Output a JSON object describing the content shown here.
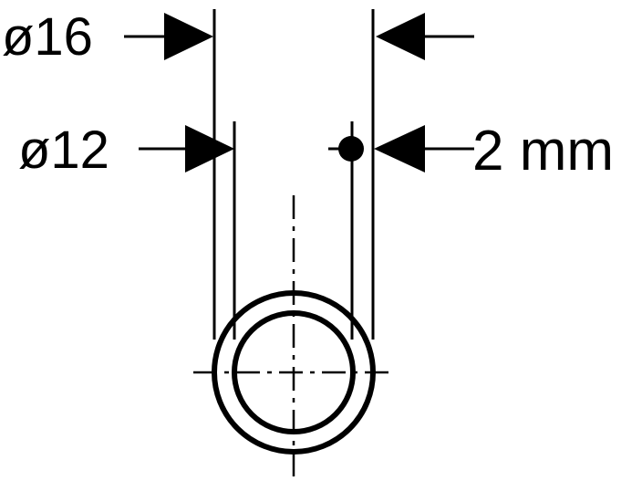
{
  "labels": {
    "outer_diameter": "ø16",
    "inner_diameter": "ø12",
    "wall_thickness": "2 mm"
  },
  "colors": {
    "ink": "#000000",
    "background": "#ffffff"
  }
}
